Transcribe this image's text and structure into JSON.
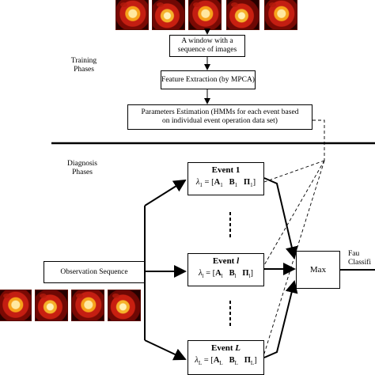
{
  "training": {
    "phase_label": "Training\nPhases",
    "window_box": "A window with a\nsequence of images",
    "feature_box": "Feature Extraction (by MPCA)",
    "params_box": "Parameters Estimation (HMMs for each event based\non individual event operation data set)"
  },
  "diagnosis": {
    "phase_label": "Diagnosis\nPhases",
    "observation_box": "Observation Sequence",
    "max_box": "Max",
    "output_label": "Fau\nClassifi",
    "events": [
      {
        "title": "Event 1",
        "lambda_sub": "1",
        "sub": "1"
      },
      {
        "title": "Event ",
        "title_italic": "l",
        "lambda_sub": "l",
        "sub": "l"
      },
      {
        "title": "Event ",
        "title_italic": "L",
        "lambda_sub": "L",
        "sub": "L"
      }
    ],
    "formula_parts": {
      "lambda": "λ",
      "eq": " = [",
      "A": "A",
      "B": "B",
      "Pi": "Π",
      "close": "]"
    }
  },
  "icons": {
    "thermal_frame": "thermal-image-frame-icon"
  },
  "colors": {
    "line": "#000000",
    "thermal_dark": "#2b0200",
    "thermal_hot": "#f7a21a"
  }
}
